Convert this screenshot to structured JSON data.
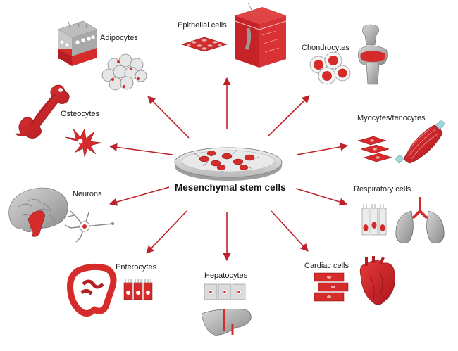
{
  "center": {
    "label": "Mesenchymal stem cells",
    "icon": "petri-dish-icon"
  },
  "arrow_color": "#c0202a",
  "accent": "#d62b2b",
  "targets": [
    {
      "id": "adipocytes",
      "label": "Adipocytes",
      "icons": [
        "skin-fat-block-icon",
        "fat-cell-cluster-icon"
      ]
    },
    {
      "id": "epithelial",
      "label": "Epithelial cells",
      "icons": [
        "epithelial-sheet-icon",
        "skin-block-icon"
      ]
    },
    {
      "id": "chondrocytes",
      "label": "Chondrocytes",
      "icons": [
        "chondrocyte-cells-icon",
        "knee-joint-icon"
      ]
    },
    {
      "id": "myocytes",
      "label": "Myocytes/tenocytes",
      "icons": [
        "myocyte-cells-icon",
        "muscle-tendon-icon"
      ]
    },
    {
      "id": "respiratory",
      "label": "Respiratory cells",
      "icons": [
        "ciliated-cells-icon",
        "lungs-icon"
      ]
    },
    {
      "id": "cardiac",
      "label": "Cardiac cells",
      "icons": [
        "cardiomyocyte-icon",
        "heart-icon"
      ]
    },
    {
      "id": "hepatocytes",
      "label": "Hepatocytes",
      "icons": [
        "hepatocyte-cells-icon",
        "liver-icon"
      ]
    },
    {
      "id": "enterocytes",
      "label": "Enterocytes",
      "icons": [
        "intestine-icon",
        "enterocyte-cells-icon"
      ]
    },
    {
      "id": "neurons",
      "label": "Neurons",
      "icons": [
        "brain-icon",
        "neuron-icon"
      ]
    },
    {
      "id": "osteocytes",
      "label": "Osteocytes",
      "icons": [
        "bone-icon",
        "osteocyte-icon"
      ]
    }
  ]
}
